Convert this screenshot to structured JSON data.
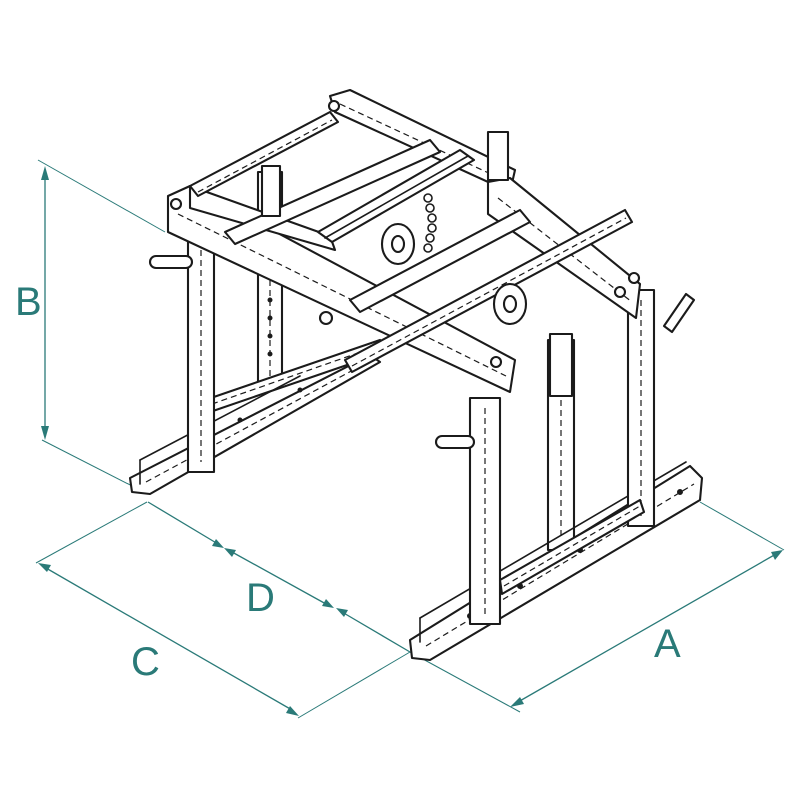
{
  "colors": {
    "dimension": "#2a7a78",
    "line": "#1b1b1b",
    "background": "#ffffff"
  },
  "dimensions": {
    "a": "A",
    "b": "B",
    "c": "C",
    "d": "D"
  }
}
